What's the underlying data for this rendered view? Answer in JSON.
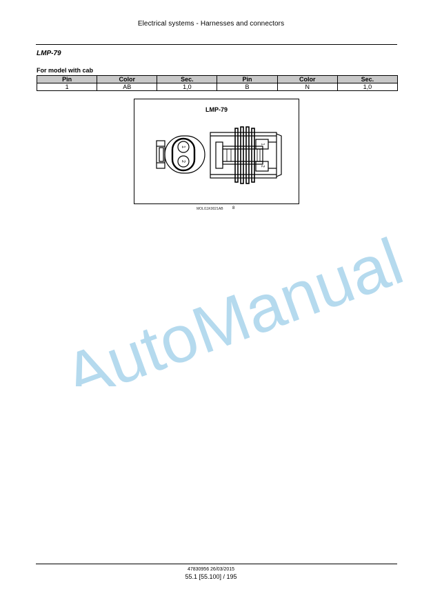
{
  "header": {
    "title": "Electrical systems - Harnesses and connectors"
  },
  "section": {
    "title": "LMP-79"
  },
  "subsection": {
    "title": "For model with cab"
  },
  "table": {
    "headers": [
      "Pin",
      "Color",
      "Sec.",
      "Pin",
      "Color",
      "Sec."
    ],
    "rows": [
      [
        "1",
        "AB",
        "1,0",
        "B",
        "N",
        "1,0"
      ]
    ]
  },
  "figure": {
    "label": "LMP-79",
    "pin_labels": [
      "1",
      "2"
    ],
    "caption": "MOLI11K0021AB",
    "number": "8"
  },
  "watermark": {
    "text": "AutoManual"
  },
  "footer": {
    "doc_info": "47830956 26/03/2015",
    "page": "55.1 [55.100] / 195"
  }
}
